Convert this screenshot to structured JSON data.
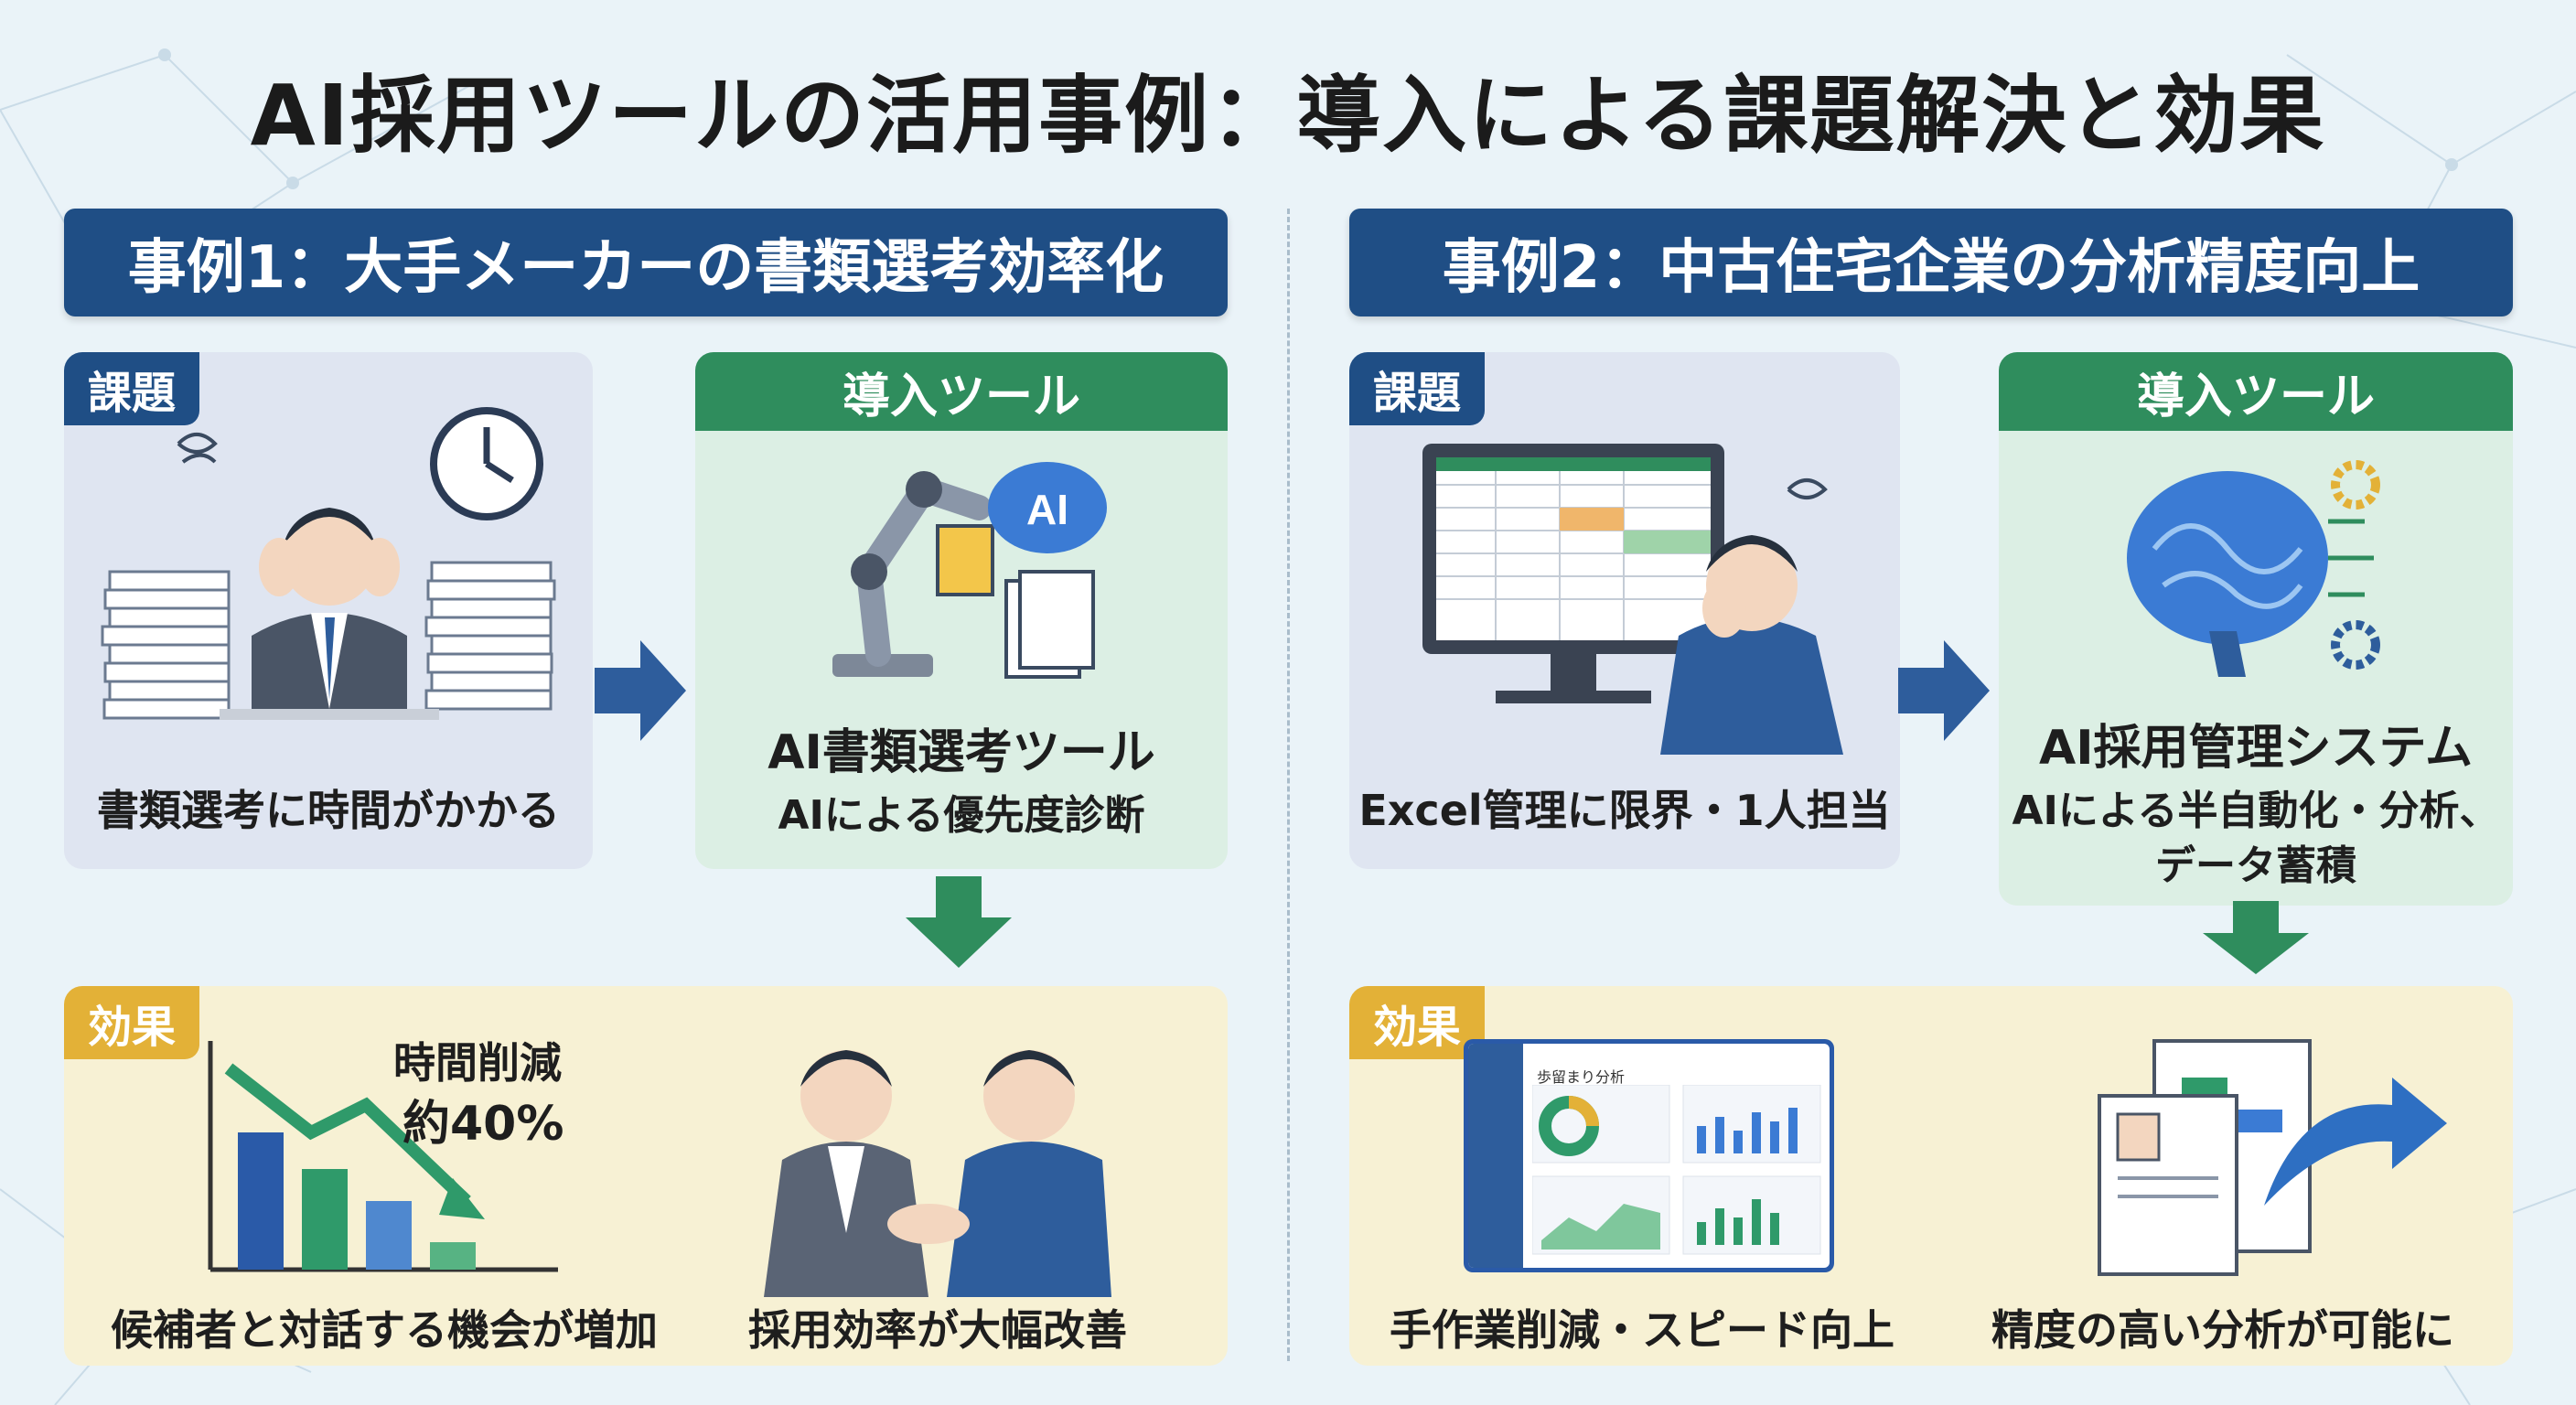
{
  "title": "AI採用ツールの活用事例：導入による課題解決と効果",
  "colors": {
    "navy": "#1f4e85",
    "green": "#2f8d5d",
    "gold": "#e3b137",
    "issue_bg": "#dfe5f1",
    "tool_bg": "#dcefe4",
    "effect_bg": "#f7f1d4"
  },
  "case1": {
    "header": "事例1：大手メーカーの書類選考効率化",
    "issue": {
      "tag": "課題",
      "caption": "書類選考に時間がかかる"
    },
    "tool": {
      "head": "導入ツール",
      "name": "AI書類選考ツール",
      "desc": "AIによる優先度診断",
      "badge": "AI"
    },
    "effect": {
      "tag": "効果",
      "chart_label_1": "時間削減",
      "chart_label_2": "約40%",
      "caption_left": "候補者と対話する機会が増加",
      "caption_right": "採用効率が大幅改善"
    }
  },
  "case2": {
    "header": "事例2：中古住宅企業の分析精度向上",
    "issue": {
      "tag": "課題",
      "caption": "Excel管理に限界・1人担当"
    },
    "tool": {
      "head": "導入ツール",
      "name": "AI採用管理システム",
      "desc_1": "AIによる半自動化・分析、",
      "desc_2": "データ蓄積"
    },
    "effect": {
      "tag": "効果",
      "dashboard_title": "歩留まり分析",
      "caption_left": "手作業削減・スピード向上",
      "caption_right": "精度の高い分析が可能に"
    }
  }
}
